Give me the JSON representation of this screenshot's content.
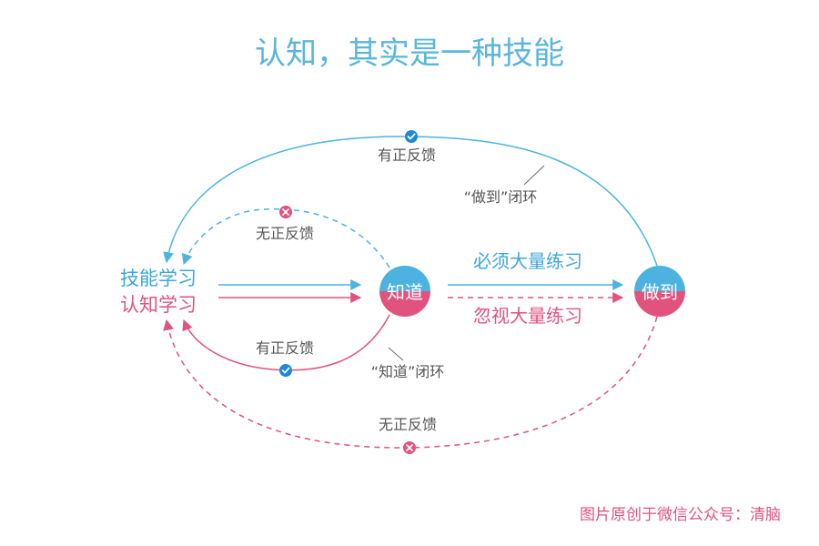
{
  "title": "认知，其实是一种技能",
  "nodes": {
    "skill_learning": "技能学习",
    "cognitive_learning": "认知学习",
    "knowing": "知道",
    "doing": "做到"
  },
  "labels": {
    "must_practice": "必须大量练习",
    "ignore_practice": "忽视大量练习",
    "positive_feedback_top": "有正反馈",
    "no_feedback_top": "无正反馈",
    "positive_feedback_mid": "有正反馈",
    "no_feedback_bottom": "无正反馈",
    "doing_loop": "“做到”闭环",
    "knowing_loop": "“知道”闭环"
  },
  "footer": "图片原创于微信公众号：清脑",
  "colors": {
    "blue": "#4cb3e0",
    "pink": "#e1527f",
    "gray": "#6b6b6b",
    "title": "#5bb6dc",
    "check_bg": "#1e88d6",
    "cross_bg": "#e1527f"
  },
  "icons": [
    "check-icon",
    "cross-icon"
  ]
}
